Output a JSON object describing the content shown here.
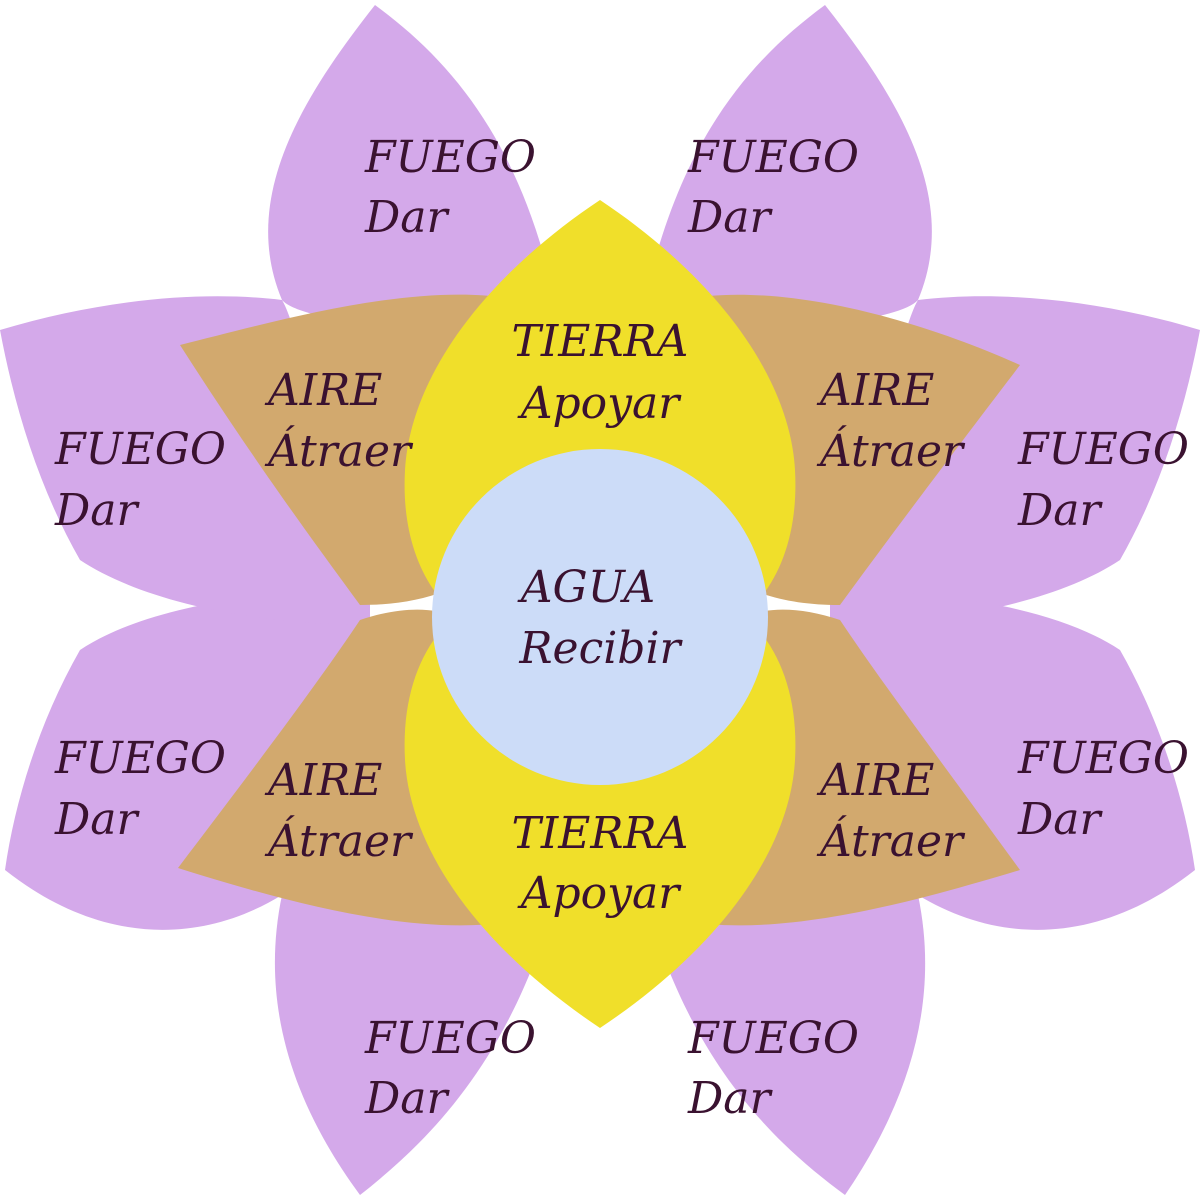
{
  "colors": {
    "fuego": "#d4a9ea",
    "aire": "#d2a96e",
    "tierra": "#f0df2a",
    "agua": "#ccdcf8",
    "text": "#3a1230",
    "background": "#ffffff"
  },
  "fuego": {
    "element": "FUEGO",
    "action": "Dar",
    "count": 8
  },
  "aire": {
    "element": "AIRE",
    "action": "Átraer",
    "count": 4
  },
  "tierra": {
    "element": "TIERRA",
    "action": "Apoyar",
    "count": 2
  },
  "agua": {
    "element": "AGUA",
    "action": "Recibir"
  }
}
